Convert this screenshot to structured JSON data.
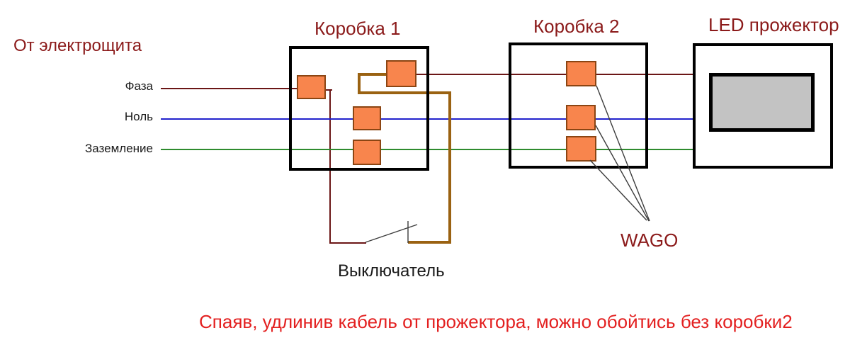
{
  "source_label": "От электрощита",
  "wire_labels": {
    "phase": "Фаза",
    "neutral": "Ноль",
    "ground": "Заземление"
  },
  "box1": {
    "title": "Коробка 1"
  },
  "box2": {
    "title": "Коробка 2"
  },
  "led": {
    "title": "LED прожектор"
  },
  "switch": {
    "label": "Выключатель"
  },
  "wago": {
    "label": "WAGO"
  },
  "note": "Спаяв, удлинив кабель от прожектора, можно обойтись без коробки2",
  "colors": {
    "background": "#FFFFFF",
    "phase_wire": "#6B1616",
    "neutral_wire": "#2222CC",
    "ground_wire": "#2E8B2E",
    "switched_wire": "#9A6212",
    "connector_fill": "#F8854D",
    "connector_border": "#8B4513",
    "box_border": "#000000",
    "heading_red": "#8B1A1A",
    "note_red": "#E32020",
    "label_black": "#1A1A1A",
    "pointer_line": "#3C3C3C",
    "led_screen_fill": "#C3C3C3"
  }
}
